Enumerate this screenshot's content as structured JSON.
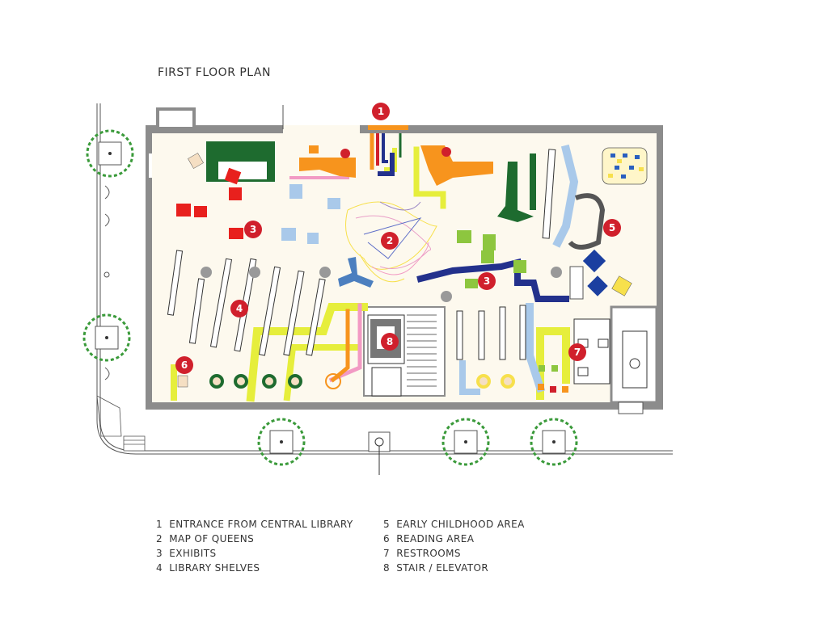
{
  "title": "FIRST FLOOR PLAN",
  "colors": {
    "marker": "#d0202c",
    "wall": "#8c8c8c",
    "floor": "#fdf9ee",
    "tree": "#3a9a3a",
    "red_seat": "#e8201d",
    "blue_seat": "#a9c9ea",
    "green_seat": "#8dc63f",
    "orange_zone": "#f7941d",
    "yellow_path": "#e6ee3c",
    "dark_blue_path": "#23318c",
    "dark_green": "#1e6b2f",
    "pink_path": "#f29ac4",
    "early_childhood_blue": "#1b3fa0"
  },
  "markers": [
    {
      "n": "1"
    },
    {
      "n": "2"
    },
    {
      "n": "3"
    },
    {
      "n": "3"
    },
    {
      "n": "4"
    },
    {
      "n": "5"
    },
    {
      "n": "6"
    },
    {
      "n": "7"
    },
    {
      "n": "8"
    }
  ],
  "legend": {
    "col1": [
      {
        "num": "1",
        "label": "ENTRANCE FROM CENTRAL LIBRARY"
      },
      {
        "num": "2",
        "label": "MAP OF QUEENS"
      },
      {
        "num": "3",
        "label": "EXHIBITS"
      },
      {
        "num": "4",
        "label": "LIBRARY SHELVES"
      }
    ],
    "col2": [
      {
        "num": "5",
        "label": "EARLY CHILDHOOD AREA"
      },
      {
        "num": "6",
        "label": "READING AREA"
      },
      {
        "num": "7",
        "label": "RESTROOMS"
      },
      {
        "num": "8",
        "label": "STAIR / ELEVATOR"
      }
    ]
  }
}
